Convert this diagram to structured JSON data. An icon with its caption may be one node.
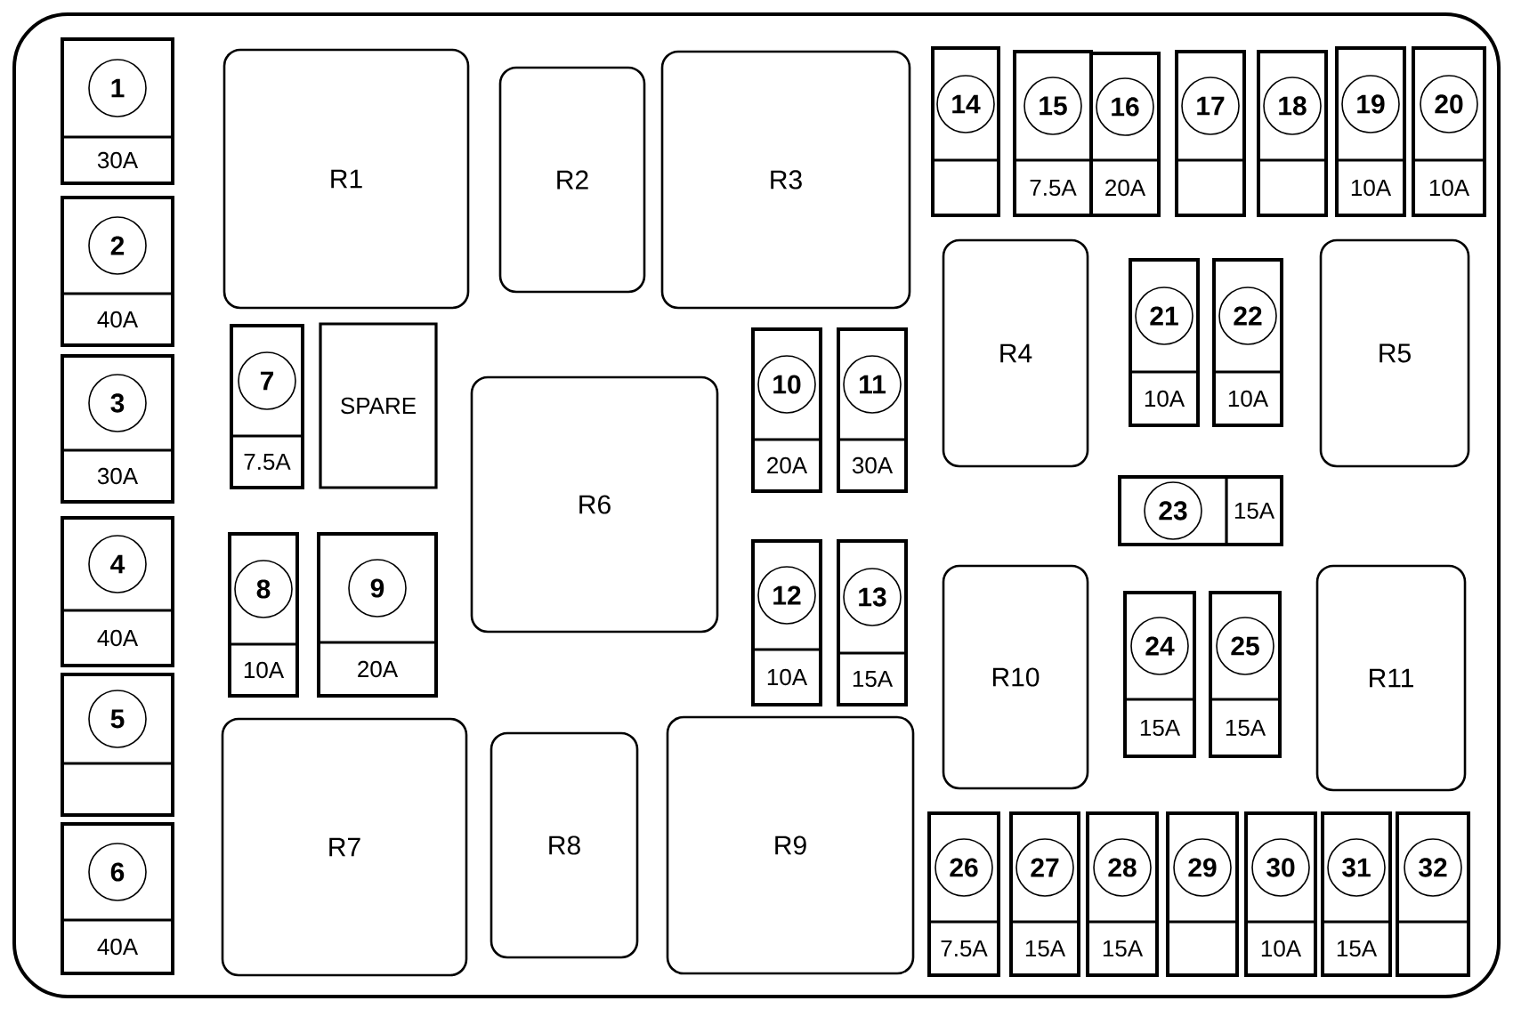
{
  "diagram": {
    "nodes": [
      {
        "text": [
          "1",
          "30A"
        ]
      },
      {
        "text": [
          "2",
          "40A"
        ]
      },
      {
        "text": [
          "3",
          "30A"
        ]
      },
      {
        "text": [
          "4",
          "40A"
        ]
      },
      {
        "text": [
          "5"
        ]
      },
      {
        "text": [
          "6",
          "40A"
        ]
      },
      {
        "text": [
          "R1"
        ]
      },
      {
        "text": [
          "R2"
        ]
      },
      {
        "text": [
          "R3"
        ]
      },
      {
        "text": [
          "14"
        ]
      },
      {
        "text": [
          "15",
          "7.5A"
        ]
      },
      {
        "text": [
          "16",
          "20A"
        ]
      },
      {
        "text": [
          "17"
        ]
      },
      {
        "text": [
          "18"
        ]
      },
      {
        "text": [
          "19",
          "10A"
        ]
      },
      {
        "text": [
          "20",
          "10A"
        ]
      },
      {
        "text": [
          "7",
          "7.5A"
        ]
      },
      {
        "text": [
          "SPARE"
        ]
      },
      {
        "text": [
          "R6"
        ]
      },
      {
        "text": [
          "10",
          "20A"
        ]
      },
      {
        "text": [
          "11",
          "30A"
        ]
      },
      {
        "text": [
          "R4"
        ]
      },
      {
        "text": [
          "21",
          "10A"
        ]
      },
      {
        "text": [
          "22",
          "10A"
        ]
      },
      {
        "text": [
          "R5"
        ]
      },
      {
        "text": [
          "23",
          "15A"
        ]
      },
      {
        "text": [
          "8",
          "10A"
        ]
      },
      {
        "text": [
          "9",
          "20A"
        ]
      },
      {
        "text": [
          "12",
          "10A"
        ]
      },
      {
        "text": [
          "13",
          "15A"
        ]
      },
      {
        "text": [
          "R10"
        ]
      },
      {
        "text": [
          "24",
          "15A"
        ]
      },
      {
        "text": [
          "25",
          "15A"
        ]
      },
      {
        "text": [
          "R11"
        ]
      },
      {
        "text": [
          "R7"
        ]
      },
      {
        "text": [
          "R8"
        ]
      },
      {
        "text": [
          "R9"
        ]
      },
      {
        "text": [
          "26",
          "7.5A"
        ]
      },
      {
        "text": [
          "27",
          "15A"
        ]
      },
      {
        "text": [
          "28",
          "15A"
        ]
      },
      {
        "text": [
          "29"
        ]
      },
      {
        "text": [
          "30",
          "10A"
        ]
      },
      {
        "text": [
          "31",
          "15A"
        ]
      },
      {
        "text": [
          "32"
        ]
      }
    ]
  }
}
